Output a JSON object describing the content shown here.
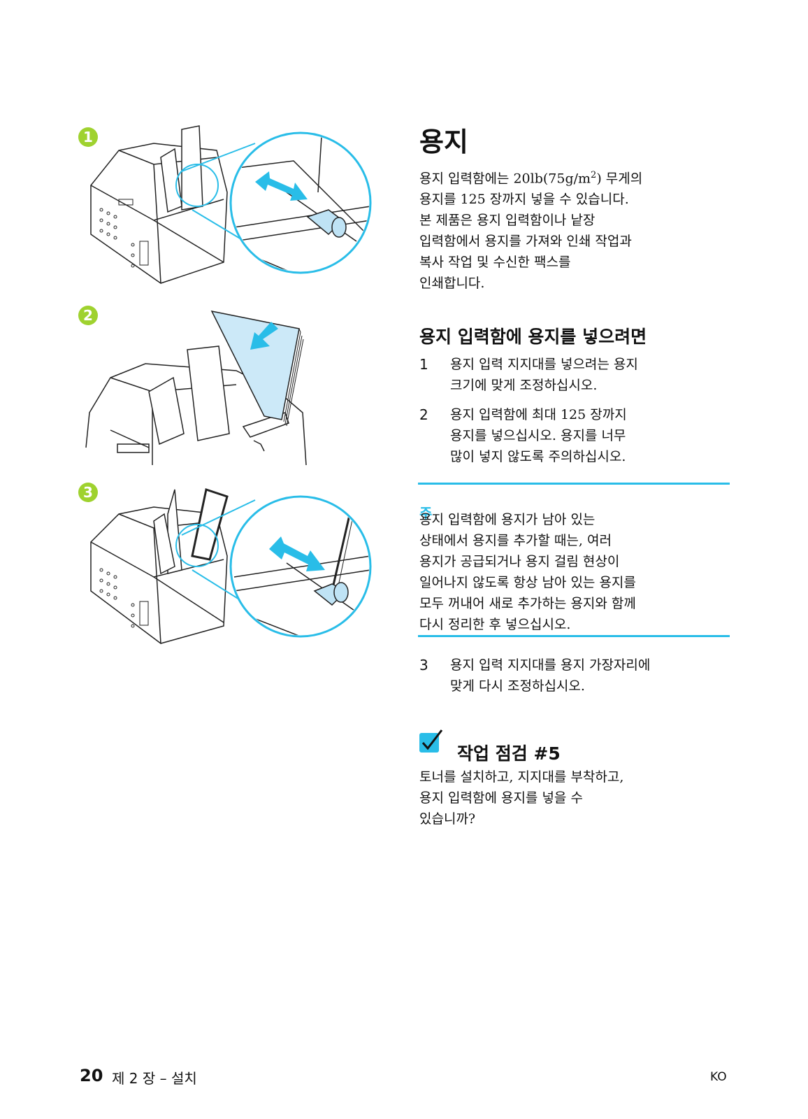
{
  "steps_badges": [
    "1",
    "2",
    "3"
  ],
  "title": "용지",
  "intro": {
    "line1_pre": "용지 입력함에는 20lb(75g/m",
    "line1_sup": "2",
    "line1_post": ") 무게의",
    "rest": "용지를 125 장까지 넣을 수 있습니다.\n본 제품은 용지 입력함이나 낱장\n입력함에서 용지를 가져와 인쇄 작업과\n복사 작업 및 수신한 팩스를\n인쇄합니다."
  },
  "section": {
    "title": "용지 입력함에 용지를 넣으려면",
    "steps": [
      {
        "num": "1",
        "text": "용지 입력 지지대를 넣으려는 용지\n크기에 맞게 조정하십시오."
      },
      {
        "num": "2",
        "text": "용지 입력함에 최대 125 장까지\n용지를 넣으십시오. 용지를 너무\n많이 넣지 않도록 주의하십시오."
      },
      {
        "num": "3",
        "text": "용지 입력 지지대를 용지 가장자리에\n맞게 다시 조정하십시오."
      }
    ]
  },
  "note": {
    "title": "주",
    "text": "용지 입력함에 용지가 남아 있는\n상태에서 용지를 추가할 때는, 여러\n용지가 공급되거나 용지 걸림 현상이\n일어나지 않도록 항상 남아 있는 용지를\n모두 꺼내어 새로 추가하는 용지와 함께\n다시 정리한 후 넣으십시오."
  },
  "checkpoint": {
    "title": "작업 점검 #5",
    "text": "토너를 설치하고, 지지대를 부착하고,\n용지 입력함에 용지를 넣을 수\n있습니까?"
  },
  "footer": {
    "page_number": "20",
    "chapter": "제 2 장 – 설치",
    "lang": "KO"
  },
  "colors": {
    "accent_cyan": "#29bde8",
    "badge_green": "#9fd22f",
    "paper_blue": "#cce9f8",
    "arrow_blue": "#29bde8"
  }
}
